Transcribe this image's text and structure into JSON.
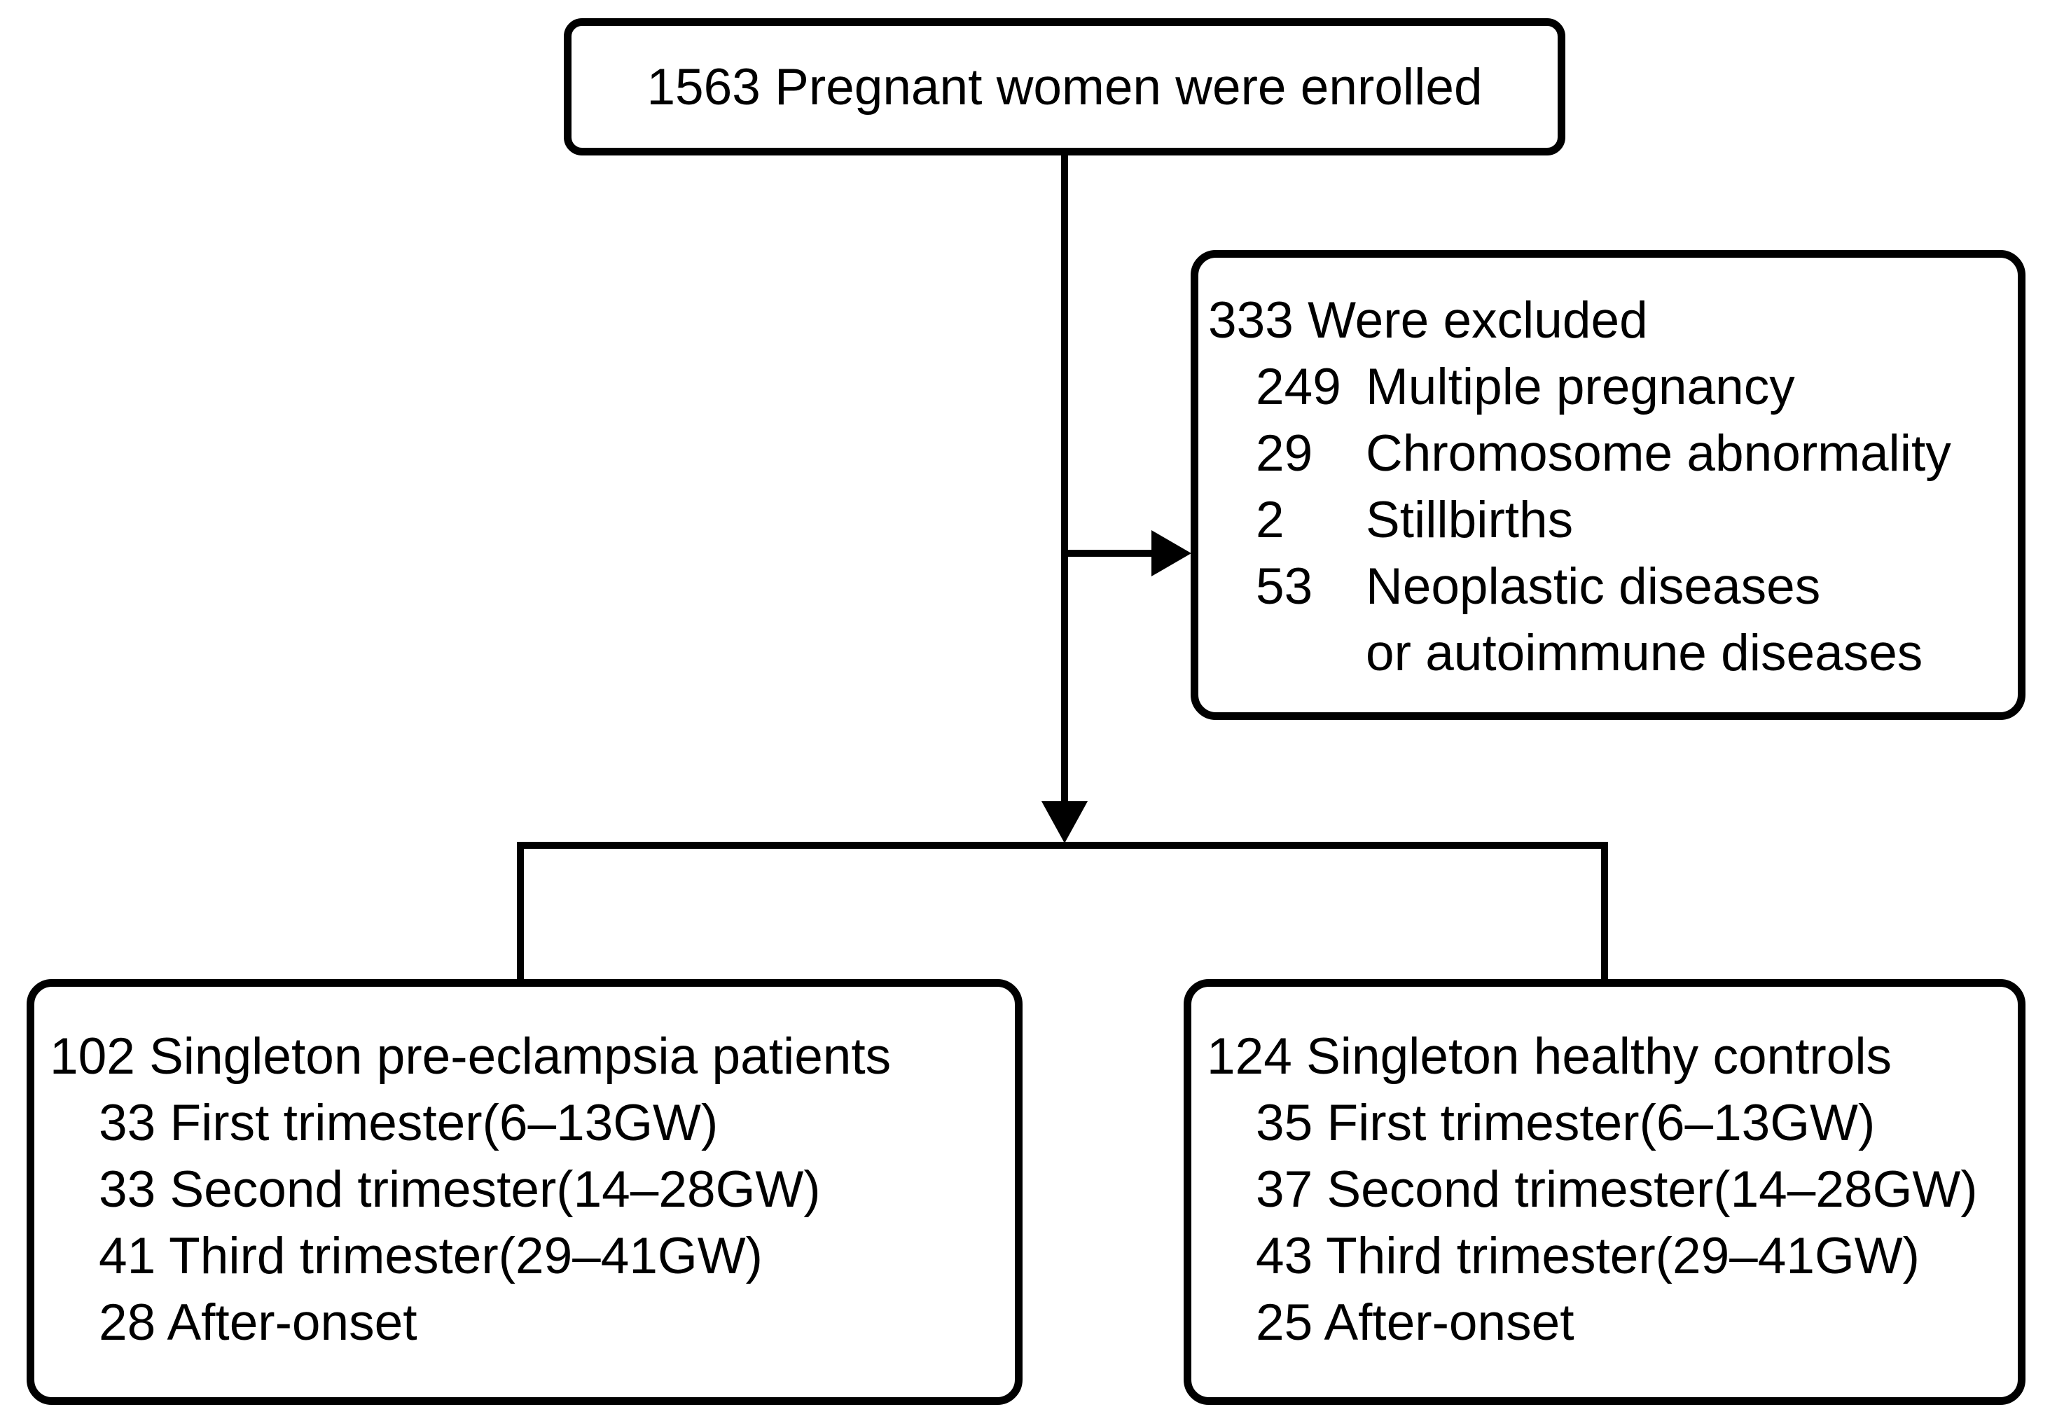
{
  "figure": {
    "background_color": "#ffffff",
    "line_color": "#000000"
  },
  "nodes": {
    "enrolled": {
      "text": "1563 Pregnant women were enrolled"
    },
    "excluded": {
      "heading": "333 Were excluded",
      "items": [
        {
          "count": "249",
          "label": "Multiple pregnancy"
        },
        {
          "count": "29",
          "label": "Chromosome abnormality"
        },
        {
          "count": "2",
          "label": "Stillbirths"
        },
        {
          "count": "53",
          "label": "Neoplastic diseases"
        },
        {
          "count": "",
          "label": "or autoimmune diseases"
        }
      ]
    },
    "patients": {
      "heading": "102 Singleton pre-eclampsia patients",
      "items": [
        "33 First trimester(6–13GW)",
        "33 Second trimester(14–28GW)",
        "41 Third trimester(29–41GW)",
        "28 After-onset"
      ]
    },
    "controls": {
      "heading": "124 Singleton healthy controls",
      "items": [
        "35 First trimester(6–13GW)",
        "37 Second trimester(14–28GW)",
        "43 Third trimester(29–41GW)",
        "25 After-onset"
      ]
    }
  }
}
